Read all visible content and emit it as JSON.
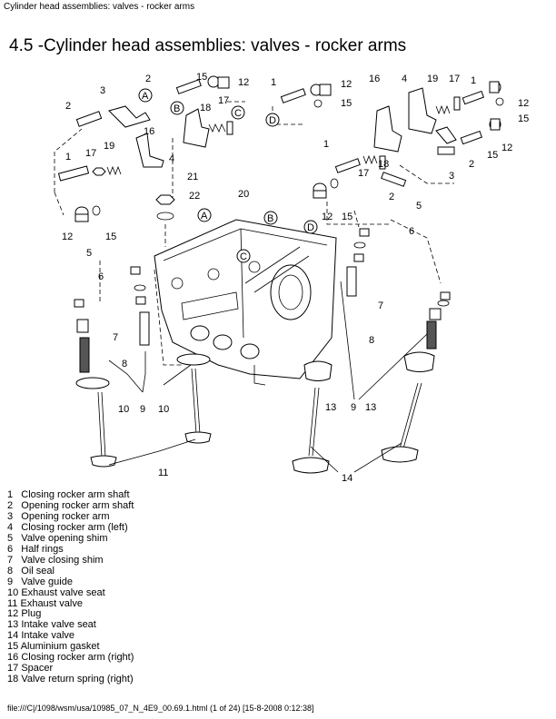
{
  "browser_header": "Cylinder head assemblies: valves - rocker arms",
  "page_title": "4.5 -Cylinder head assemblies: valves - rocker arms",
  "diagram": {
    "callouts": [
      "1",
      "2",
      "3",
      "4",
      "5",
      "6",
      "7",
      "8",
      "9",
      "10",
      "11",
      "12",
      "13",
      "14",
      "15",
      "16",
      "17",
      "18",
      "19",
      "20",
      "21",
      "22"
    ],
    "arrow_labels": [
      "A",
      "B",
      "C",
      "D"
    ]
  },
  "parts_list": [
    {
      "num": "1",
      "name": "Closing rocker arm shaft"
    },
    {
      "num": "2",
      "name": "Opening rocker arm shaft"
    },
    {
      "num": "3",
      "name": "Opening rocker arm"
    },
    {
      "num": "4",
      "name": "Closing rocker arm (left)"
    },
    {
      "num": "5",
      "name": "Valve opening shim"
    },
    {
      "num": "6",
      "name": "Half rings"
    },
    {
      "num": "7",
      "name": "Valve closing shim"
    },
    {
      "num": "8",
      "name": "Oil seal"
    },
    {
      "num": "9",
      "name": "Valve guide"
    },
    {
      "num": "10",
      "name": "Exhaust valve seat"
    },
    {
      "num": "11",
      "name": "Exhaust valve"
    },
    {
      "num": "12",
      "name": "Plug"
    },
    {
      "num": "13",
      "name": "Intake valve seat"
    },
    {
      "num": "14",
      "name": "Intake valve"
    },
    {
      "num": "15",
      "name": "Aluminium gasket"
    },
    {
      "num": "16",
      "name": "Closing rocker arm (right)"
    },
    {
      "num": "17",
      "name": "Spacer"
    },
    {
      "num": "18",
      "name": "Valve return spring (right)"
    }
  ],
  "footer": "file:///C|/1098/wsm/usa/10985_07_N_4E9_00.69.1.html (1 of 24) [15-8-2008 0:12:38]"
}
